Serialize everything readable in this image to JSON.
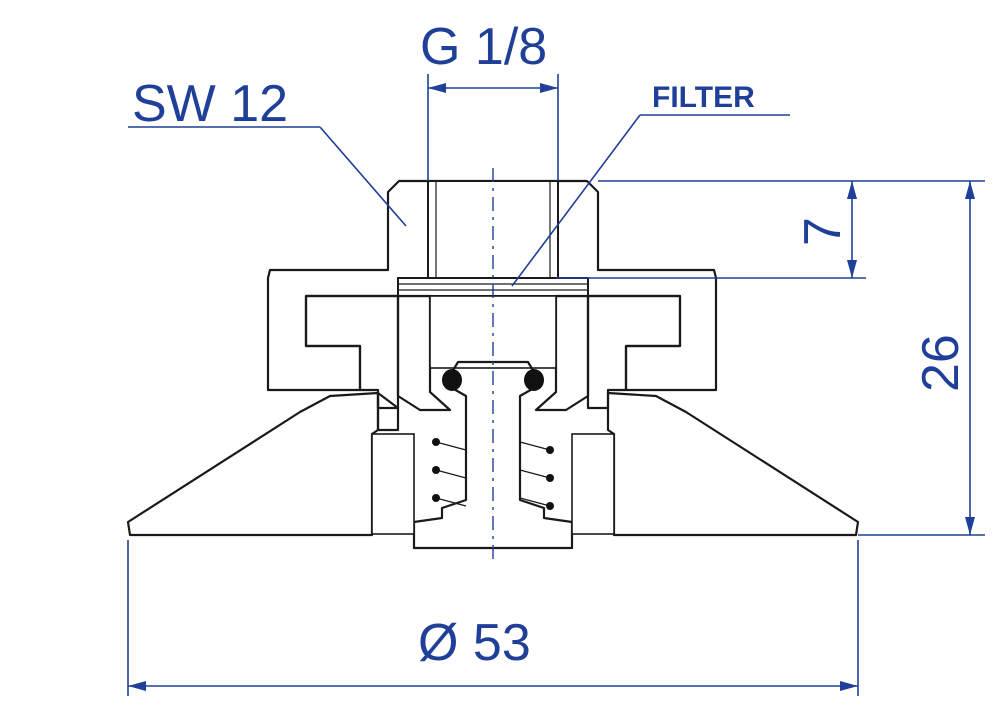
{
  "colors": {
    "dimension": "#1f3f98",
    "outline": "#1a1a1a",
    "background": "#ffffff",
    "o_ring": "#111111"
  },
  "labels": {
    "thread": "G 1/8",
    "wrench_size": "SW 12",
    "filter": "FILTER",
    "depth": "7",
    "height": "26",
    "diameter": "Ø 53"
  }
}
